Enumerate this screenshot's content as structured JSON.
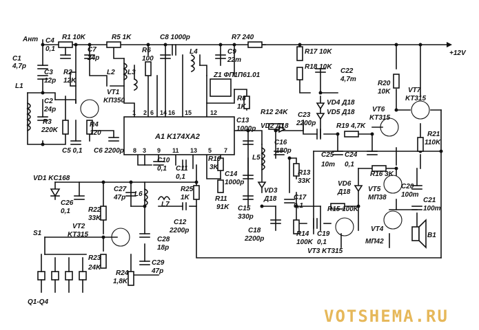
{
  "watermark": "VOTSHEMA.RU",
  "supply": "+12V",
  "antenna": "Ант",
  "chip": {
    "name": "A1 K174XA2",
    "pins": [
      "1",
      "2",
      "6",
      "14",
      "15",
      "16",
      "12",
      "8",
      "3",
      "9",
      "11",
      "13",
      "5",
      "7"
    ]
  },
  "components": {
    "C1": "C1",
    "C1v": "4,7p",
    "C2": "C2",
    "C2v": "24p",
    "C3": "C3",
    "C3v": "12p",
    "C4": "C4",
    "C4v": "0,1",
    "C5": "C5 0,1",
    "C6": "C6 2200p",
    "C7": "C7",
    "C7v": "24p",
    "C8": "C8 1000p",
    "C9": "C9",
    "C9v": "22m",
    "C10": "C10",
    "C10v": "0,1",
    "C11": "C11",
    "C11v": "0,1",
    "C12": "C12",
    "C12v": "2200p",
    "C13": "C13",
    "C13v": "1000p",
    "C14": "C14",
    "C14v": "1000p",
    "C15": "C15",
    "C15v": "330p",
    "C16": "C16",
    "C16v": "180p",
    "C17": "C17",
    "C17v": "0,1",
    "C18": "C18",
    "C18v": "2200p",
    "C19": "C19",
    "C19v": "0,1",
    "C20": "C20",
    "C20v": "100m",
    "C21": "C21",
    "C21v": "100m",
    "C22": "C22",
    "C22v": "4,7m",
    "C23": "C23",
    "C23v": "2200p",
    "C24": "C24",
    "C24v": "0,1",
    "C25": "C25",
    "C25v": "10m",
    "C26": "C26",
    "C26v": "0,1",
    "C27": "C27",
    "C27v": "47p",
    "C28": "C28",
    "C28v": "18p",
    "C29": "C29",
    "C29v": "47p",
    "R1": "R1 10K",
    "R2": "R2",
    "R2v": "12K",
    "R3": "R3",
    "R3v": "220K",
    "R4": "R4",
    "R4v": "120",
    "R5": "R5 1K",
    "R6": "R6",
    "R6v": "100",
    "R7": "R7 240",
    "R8": "R8",
    "R8v": "1K",
    "R10": "R10",
    "R10v": "3K",
    "R11": "R11",
    "R11v": "91K",
    "R12": "R12 24K",
    "R13": "R13",
    "R13v": "33K",
    "R14": "R14",
    "R14v": "100K",
    "R15": "R15 100K",
    "R16": "R16 3K",
    "R17": "R17 10K",
    "R18": "R18 10K",
    "R19": "R19 4,7K",
    "R20": "R20",
    "R20v": "10K",
    "R21": "R21",
    "R21v": "110K",
    "R22": "R22",
    "R22v": "33K",
    "R23": "R23",
    "R23v": "24K",
    "R24": "R24",
    "R24v": "1,8K",
    "R25": "R25",
    "R25v": "1K",
    "L1": "L1",
    "L2": "L2",
    "L3": "L3",
    "L4": "L4",
    "L5": "L5",
    "L6": "L6",
    "L7": "L7",
    "Z1": "Z1 ФП1П61.01",
    "VD1": "VD1 KC168",
    "VD2": "VD2 Д18",
    "VD3": "VD3",
    "VD3v": "Д18",
    "VD4": "VD4 Д18",
    "VD5": "VD5 Д18",
    "VD6": "VD6",
    "VD6v": "Д18",
    "VT1": "VT1",
    "VT1v": "KП350",
    "VT2": "VT2",
    "VT2v": "KT315",
    "VT3": "VT3 KT315",
    "VT4": "VT4",
    "VT4v": "МП42",
    "VT5": "VT5",
    "VT5v": "МП38",
    "VT6": "VT6",
    "VT6v": "KT315",
    "VT7": "VT7",
    "VT7v": "KT315",
    "S1": "S1",
    "Q": "Q1-Q4",
    "B1": "B1"
  }
}
